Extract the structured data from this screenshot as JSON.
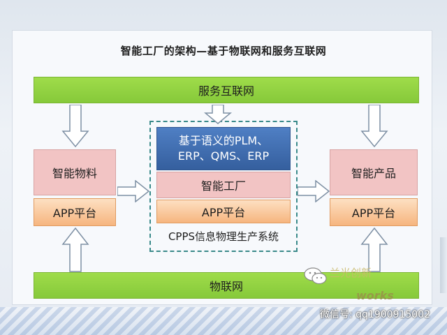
{
  "diagram": {
    "title": "智能工厂的架构—基于物联网和服务互联网",
    "top_bar": "服务互联网",
    "bottom_bar": "物联网",
    "left": {
      "top_box": "智能物料",
      "bottom_box": "APP平台"
    },
    "center": {
      "blue_line1": "基于语义的PLM、",
      "blue_line2": "ERP、QMS、ERP",
      "pink_box": "智能工厂",
      "orange_box": "APP平台",
      "caption": "CPPS信息物理生产系统"
    },
    "right": {
      "top_box": "智能产品",
      "bottom_box": "APP平台"
    }
  },
  "watermark": {
    "brand": "兰光创新",
    "works": "works",
    "account": "微信号: qq1900915002"
  }
}
